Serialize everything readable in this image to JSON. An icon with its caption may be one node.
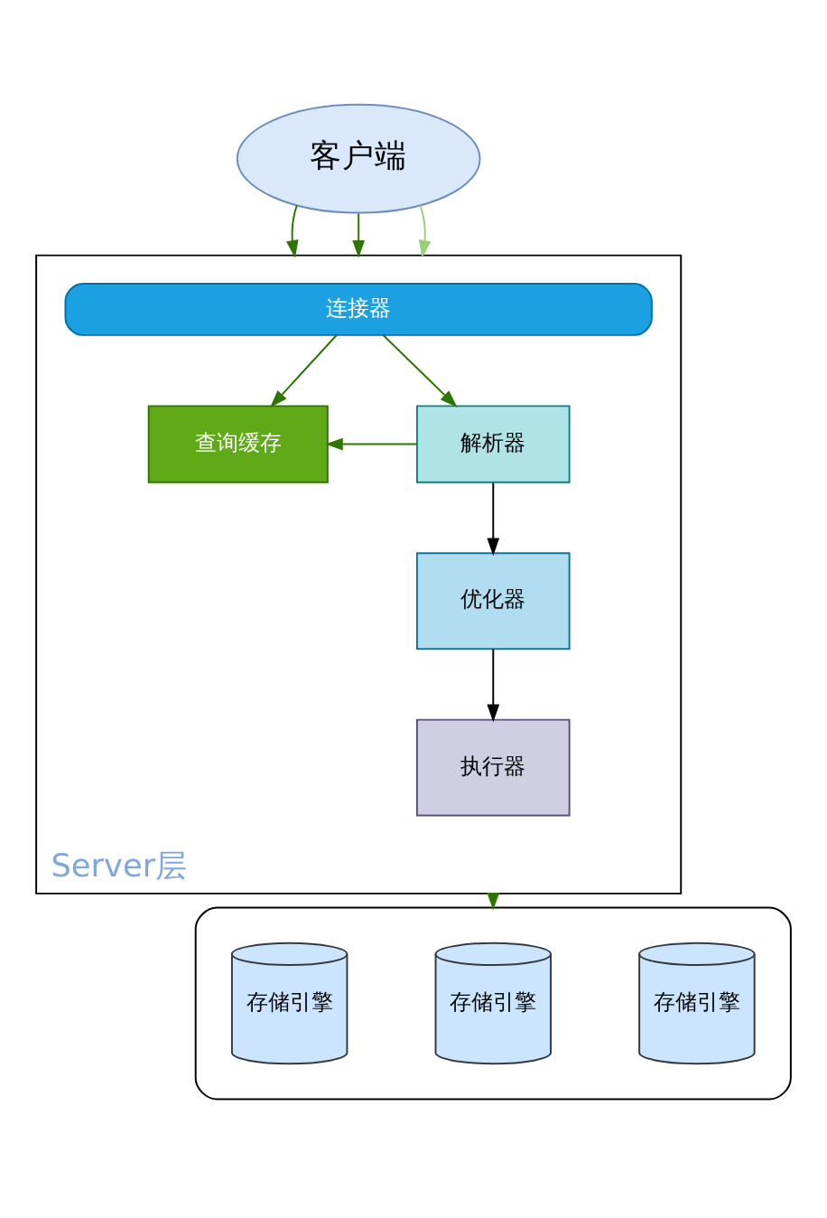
{
  "diagram": {
    "nodes": [
      {
        "text": [
          "客户端"
        ]
      },
      {
        "text": [
          "Server层"
        ]
      },
      {
        "text": [
          "连接器"
        ],
        "in": 1
      },
      {
        "text": [
          "查询缓存"
        ],
        "in": 1
      },
      {
        "text": [
          "解析器"
        ],
        "in": 1
      },
      {
        "text": [
          "优化器"
        ],
        "in": 1
      },
      {
        "text": [
          "执行器"
        ],
        "in": 1
      },
      {
        "text": [],
        "shape": "box"
      },
      {
        "text": [
          "存储引擎"
        ],
        "in": 7
      },
      {
        "text": [
          "存储引擎"
        ],
        "in": 7
      },
      {
        "text": [
          "存储引擎"
        ],
        "in": 7
      }
    ],
    "edges": [
      {
        "from": 0,
        "to": 1,
        "arrow": "to"
      },
      {
        "from": 0,
        "to": 1,
        "arrow": "to"
      },
      {
        "from": 0,
        "to": 1,
        "arrow": "to",
        "color": "#97d077"
      },
      {
        "from": 2,
        "to": 3,
        "arrow": "to"
      },
      {
        "from": 2,
        "to": 4,
        "arrow": "to"
      },
      {
        "from": 4,
        "to": 3,
        "arrow": "to"
      },
      {
        "from": 4,
        "to": 5,
        "arrow": "to",
        "color": "#000000"
      },
      {
        "from": 5,
        "to": 6,
        "arrow": "to",
        "color": "#000000"
      },
      {
        "from": 1,
        "to": 7,
        "arrow": "to"
      }
    ]
  }
}
